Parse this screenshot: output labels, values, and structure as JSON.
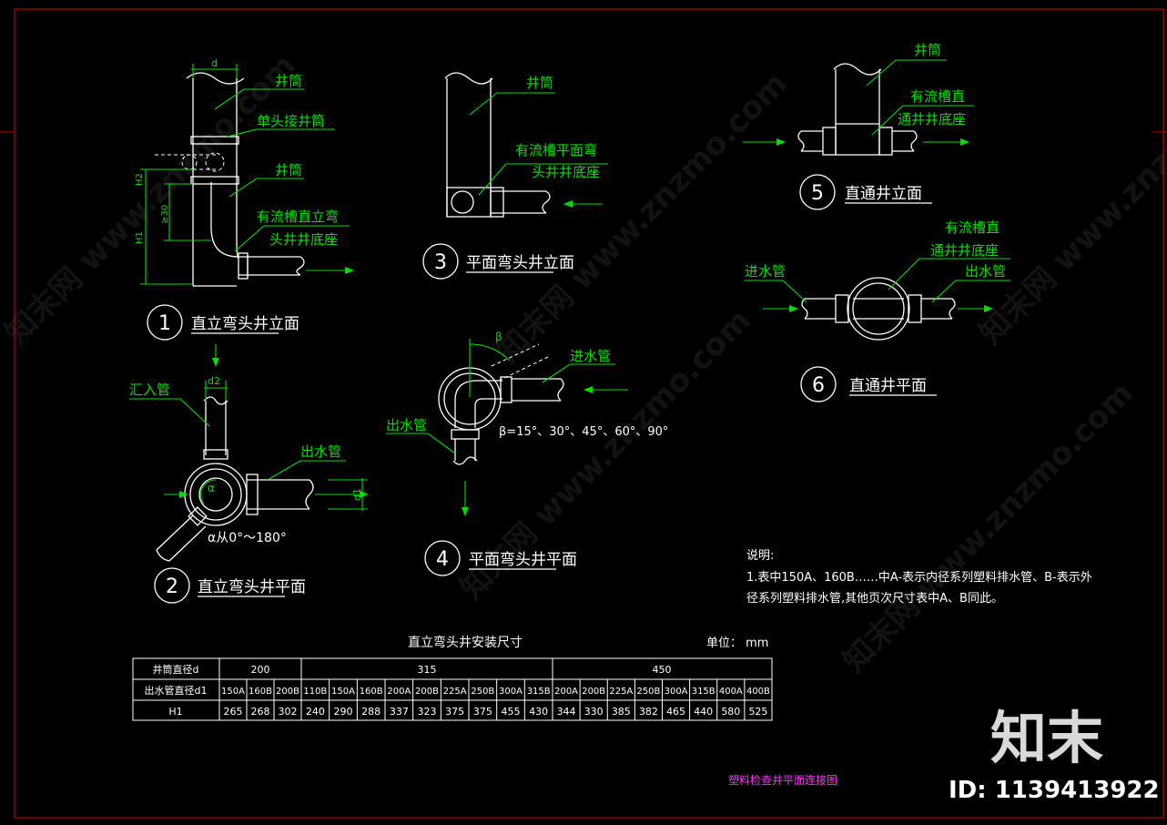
{
  "labels": {
    "d": "d",
    "d1": "d1",
    "d2": "d2",
    "h2": "H2",
    "h1": "H1",
    "ge30": "≥30",
    "alpha": "α",
    "beta": "β",
    "jingtong": "井筒",
    "dantou": "单头接井筒",
    "youliu_zhili_1": "有流槽直立弯",
    "youliu_zhili_2": "头井井底座",
    "youliu_pingmian_1": "有流槽平面弯",
    "youliu_pingmian_2": "头井井底座",
    "youliu_zhitong_1": "有流槽直",
    "youliu_zhitong_2": "通井井底座",
    "huiru": "汇入管",
    "chushui": "出水管",
    "jinshui": "进水管",
    "alpha_range": "α从0°～180°",
    "beta_range": "β=15°、30°、45°、60°、90°"
  },
  "views": [
    {
      "num": "1",
      "title": "直立弯头井立面"
    },
    {
      "num": "2",
      "title": "直立弯头井平面"
    },
    {
      "num": "3",
      "title": "平面弯头井立面"
    },
    {
      "num": "4",
      "title": "平面弯头井平面"
    },
    {
      "num": "5",
      "title": "直通井立面"
    },
    {
      "num": "6",
      "title": "直通井平面"
    }
  ],
  "notes": {
    "heading": "说明:",
    "line1": "1.表中150A、160B……中A-表示内径系列塑料排水管、B-表示外",
    "line2": "径系列塑料排水管,其他页次尺寸表中A、B同此。"
  },
  "table": {
    "title": "直立弯头井安装尺寸",
    "unit": "单位： mm",
    "row_labels": [
      "井筒直径d",
      "出水管直径d1",
      "H1"
    ],
    "groups": [
      "200",
      "315",
      "450"
    ],
    "d1": [
      "150A",
      "160B",
      "200B",
      "110B",
      "150A",
      "160B",
      "200A",
      "200B",
      "225A",
      "250B",
      "300A",
      "315B",
      "200A",
      "200B",
      "225A",
      "250B",
      "300A",
      "315B",
      "400A",
      "400B"
    ],
    "h1": [
      "265",
      "268",
      "302",
      "240",
      "290",
      "288",
      "337",
      "323",
      "375",
      "375",
      "455",
      "430",
      "344",
      "330",
      "385",
      "382",
      "465",
      "440",
      "580",
      "525"
    ]
  },
  "drawing_title": "塑料检查井平面连接图",
  "brand": {
    "logo": "知末",
    "id_text": "ID: 1139413922",
    "watermark": "知末网 www.znzmo.com"
  },
  "colors": {
    "background": "#000000",
    "line": "#ffffff",
    "annotation": "#00e000",
    "title_magenta": "#ff30ff",
    "frame": "#c00000"
  }
}
